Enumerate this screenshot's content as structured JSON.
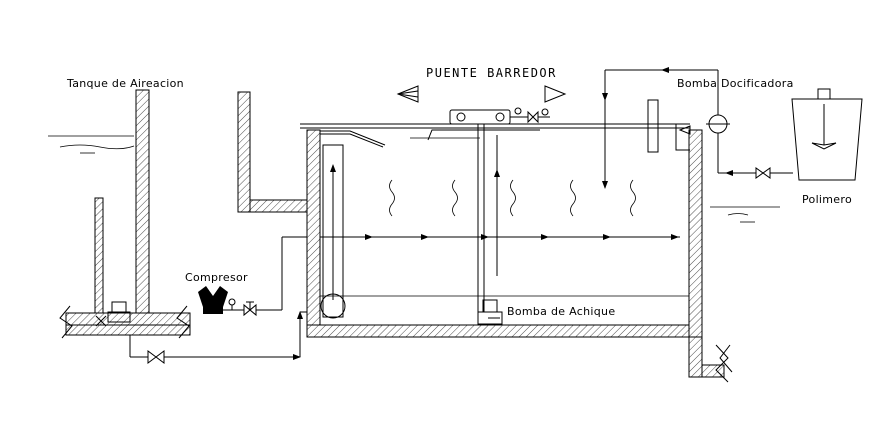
{
  "labels": {
    "tanque": "Tanque de Aireacion",
    "puente": "PUENTE BARREDOR",
    "bomba_dosificadora": "Bomba Docificadora",
    "compresor": "Compresor",
    "polimero": "Polimero",
    "bomba_achique": "Bomba de Achique"
  }
}
